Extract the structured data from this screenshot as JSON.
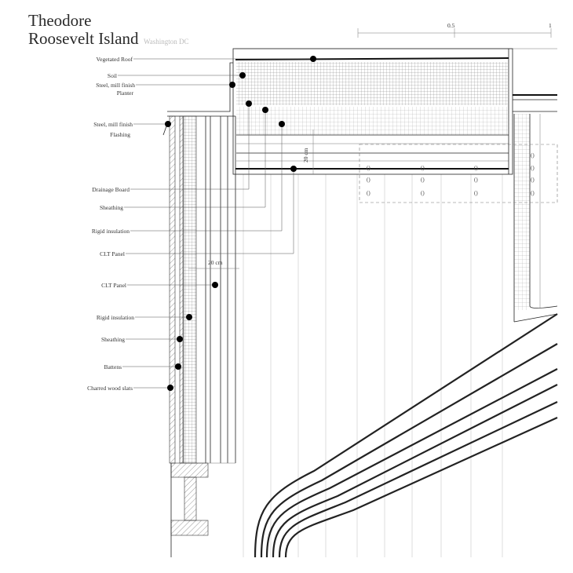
{
  "title": {
    "line1": "Theodore",
    "line2": "Roosevelt Island",
    "location": "Washington DC"
  },
  "scale_bar": {
    "mid_label": "0.5",
    "end_label": "1"
  },
  "dimensions": {
    "planter_depth": "20 cm",
    "wall_depth": "20 cm"
  },
  "labels": [
    {
      "text": "Vegetated Roof"
    },
    {
      "text": "Soil"
    },
    {
      "text": "Steel, mill finish"
    },
    {
      "text": "Planter"
    },
    {
      "text": "Steel, mill finish"
    },
    {
      "text": "Flashing"
    },
    {
      "text": "Drainage Board"
    },
    {
      "text": "Sheathing"
    },
    {
      "text": "Rigid insulation"
    },
    {
      "text": "CLT Panel"
    },
    {
      "text": "CLT Panel"
    },
    {
      "text": "Rigid insulation"
    },
    {
      "text": "Sheathing"
    },
    {
      "text": "Battens"
    },
    {
      "text": "Charred wood slats"
    }
  ]
}
